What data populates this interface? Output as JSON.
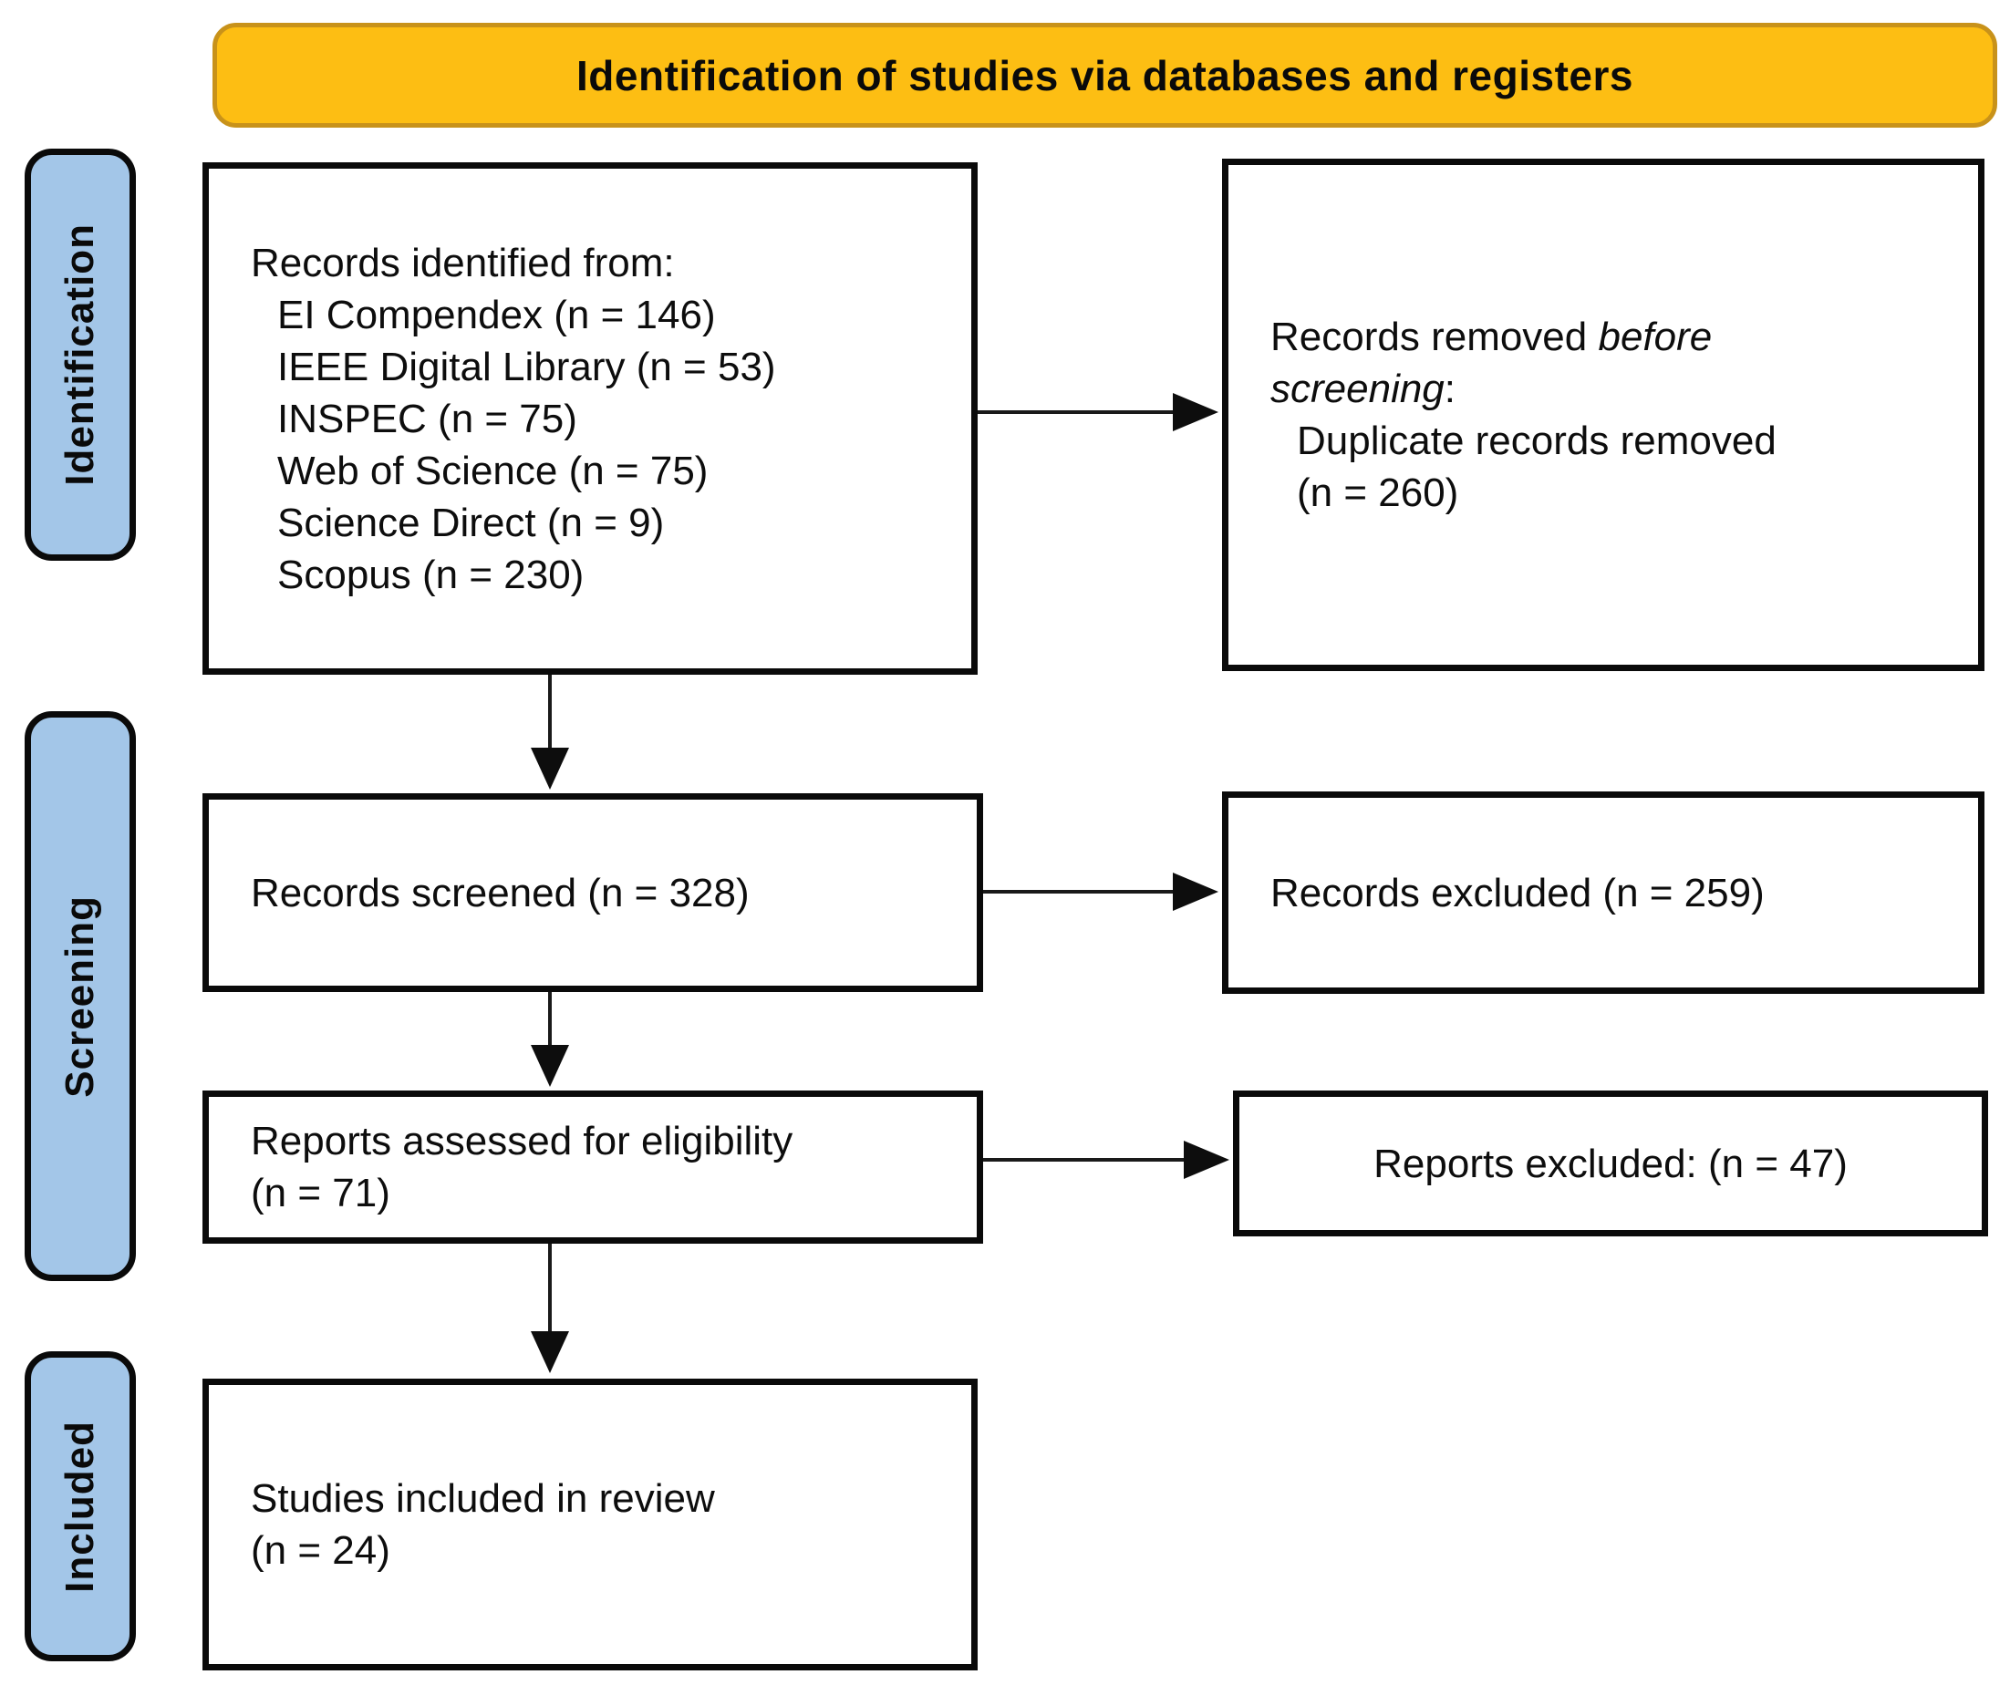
{
  "banner": {
    "title": "Identification of studies via databases and registers"
  },
  "stages": [
    {
      "label": "Identification"
    },
    {
      "label": "Screening"
    },
    {
      "label": "Included"
    }
  ],
  "boxes": {
    "identified": {
      "intro": "Records identified from:",
      "sources": [
        "EI Compendex (n = 146)",
        "IEEE Digital Library (n = 53)",
        "INSPEC (n = 75)",
        "Web of Science (n = 75)",
        "Science Direct (n = 9)",
        "Scopus (n = 230)"
      ]
    },
    "removed": {
      "prefix": "Records removed ",
      "italic": "before screening",
      "suffix": ":",
      "details": [
        "Duplicate records removed",
        "(n = 260)"
      ]
    },
    "screened": {
      "text": "Records screened (n = 328)"
    },
    "records_excluded": {
      "text": "Records excluded (n = 259)"
    },
    "assessed": {
      "lines": [
        "Reports assessed for eligibility",
        "(n = 71)"
      ]
    },
    "reports_excluded": {
      "text": "Reports excluded: (n = 47)"
    },
    "included_studies": {
      "lines": [
        "Studies included in review",
        "(n = 24)"
      ]
    }
  },
  "colors": {
    "banner_fill": "#FDBE13",
    "banner_border": "#C8921A",
    "stage_fill": "#A3C6E8",
    "box_border": "#0A0A0A"
  }
}
